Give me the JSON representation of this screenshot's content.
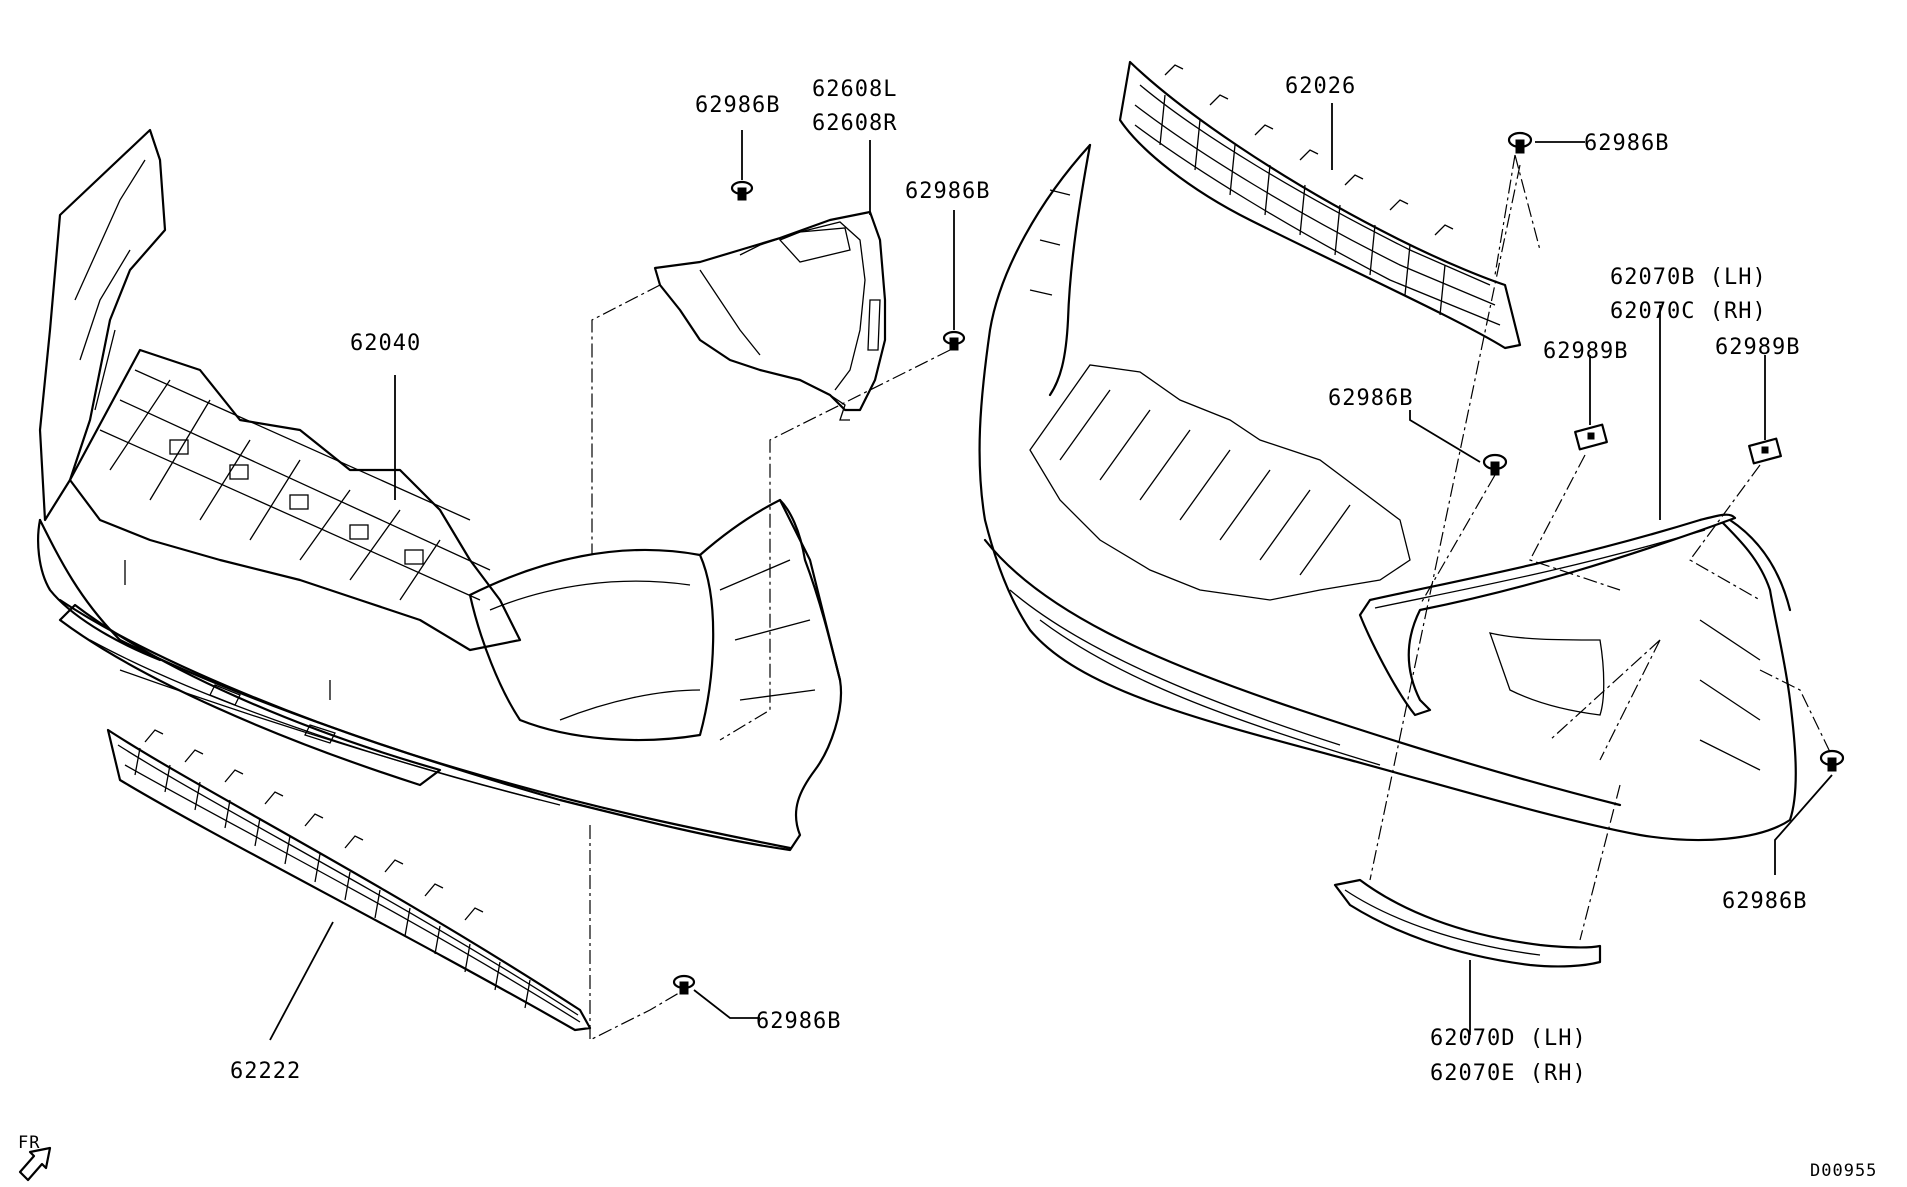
{
  "labels": {
    "bracket_top": "62986B",
    "cover_l": "62608L",
    "cover_r": "62608R",
    "clip_cover": "62986B",
    "bumper_front": "62040",
    "lower_grille": "62222",
    "clip_lower": "62986B",
    "upper_grille": "62026",
    "clip_top_right": "62986B",
    "garnish_upper_lh": "62070B (LH)",
    "garnish_upper_rh": "62070C (RH)",
    "nut_left": "62989B",
    "nut_right": "62989B",
    "clip_middle": "62986B",
    "clip_side": "62986B",
    "garnish_lower_lh": "62070D (LH)",
    "garnish_lower_rh": "62070E (RH)"
  },
  "orientation": {
    "label": "FR",
    "icon": "front-arrow-icon"
  },
  "diagram_code": "D00955"
}
